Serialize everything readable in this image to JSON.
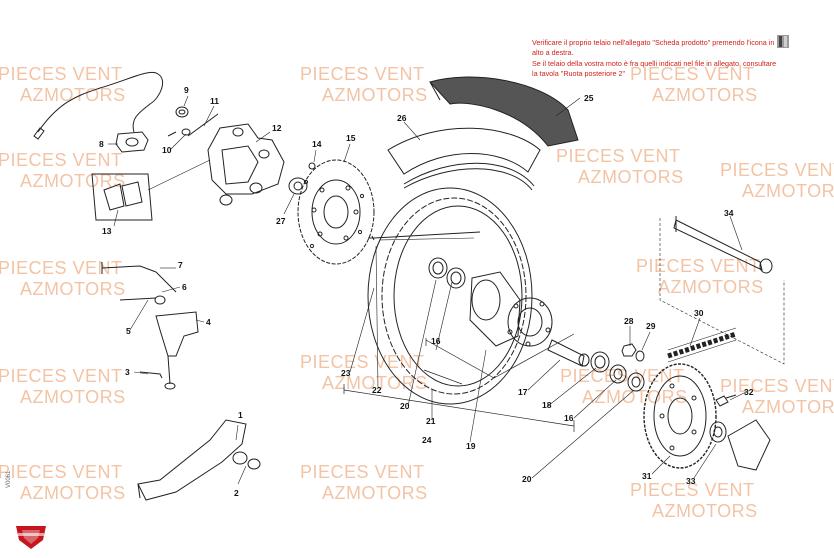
{
  "note": {
    "line1": "Verificare il proprio telaio nell'allegato \"Scheda prodotto\" premendo l'icona in alto a destra.",
    "line2": "Se il telaio della vostra moto è fra quelli indicati nel file in allegato, consultare la tavola \"Ruota posteriore 2\""
  },
  "watermark": {
    "line1": "PIECES VENT",
    "line2": "AZMOTORS"
  },
  "drawing_code": "V0061",
  "callouts": [
    "1",
    "2",
    "3",
    "4",
    "5",
    "6",
    "7",
    "8",
    "9",
    "10",
    "11",
    "12",
    "13",
    "14",
    "15",
    "16",
    "16",
    "17",
    "18",
    "19",
    "20",
    "20",
    "21",
    "22",
    "23",
    "24",
    "25",
    "26",
    "27",
    "28",
    "29",
    "30",
    "31",
    "32",
    "33",
    "34"
  ],
  "colors": {
    "line": "#222222",
    "note": "#d0201a",
    "watermark": "#f3c3a4",
    "tire": "#555555"
  },
  "icons": {
    "note": "pdf-sheet-icon",
    "logo": "brand-shield-icon"
  }
}
